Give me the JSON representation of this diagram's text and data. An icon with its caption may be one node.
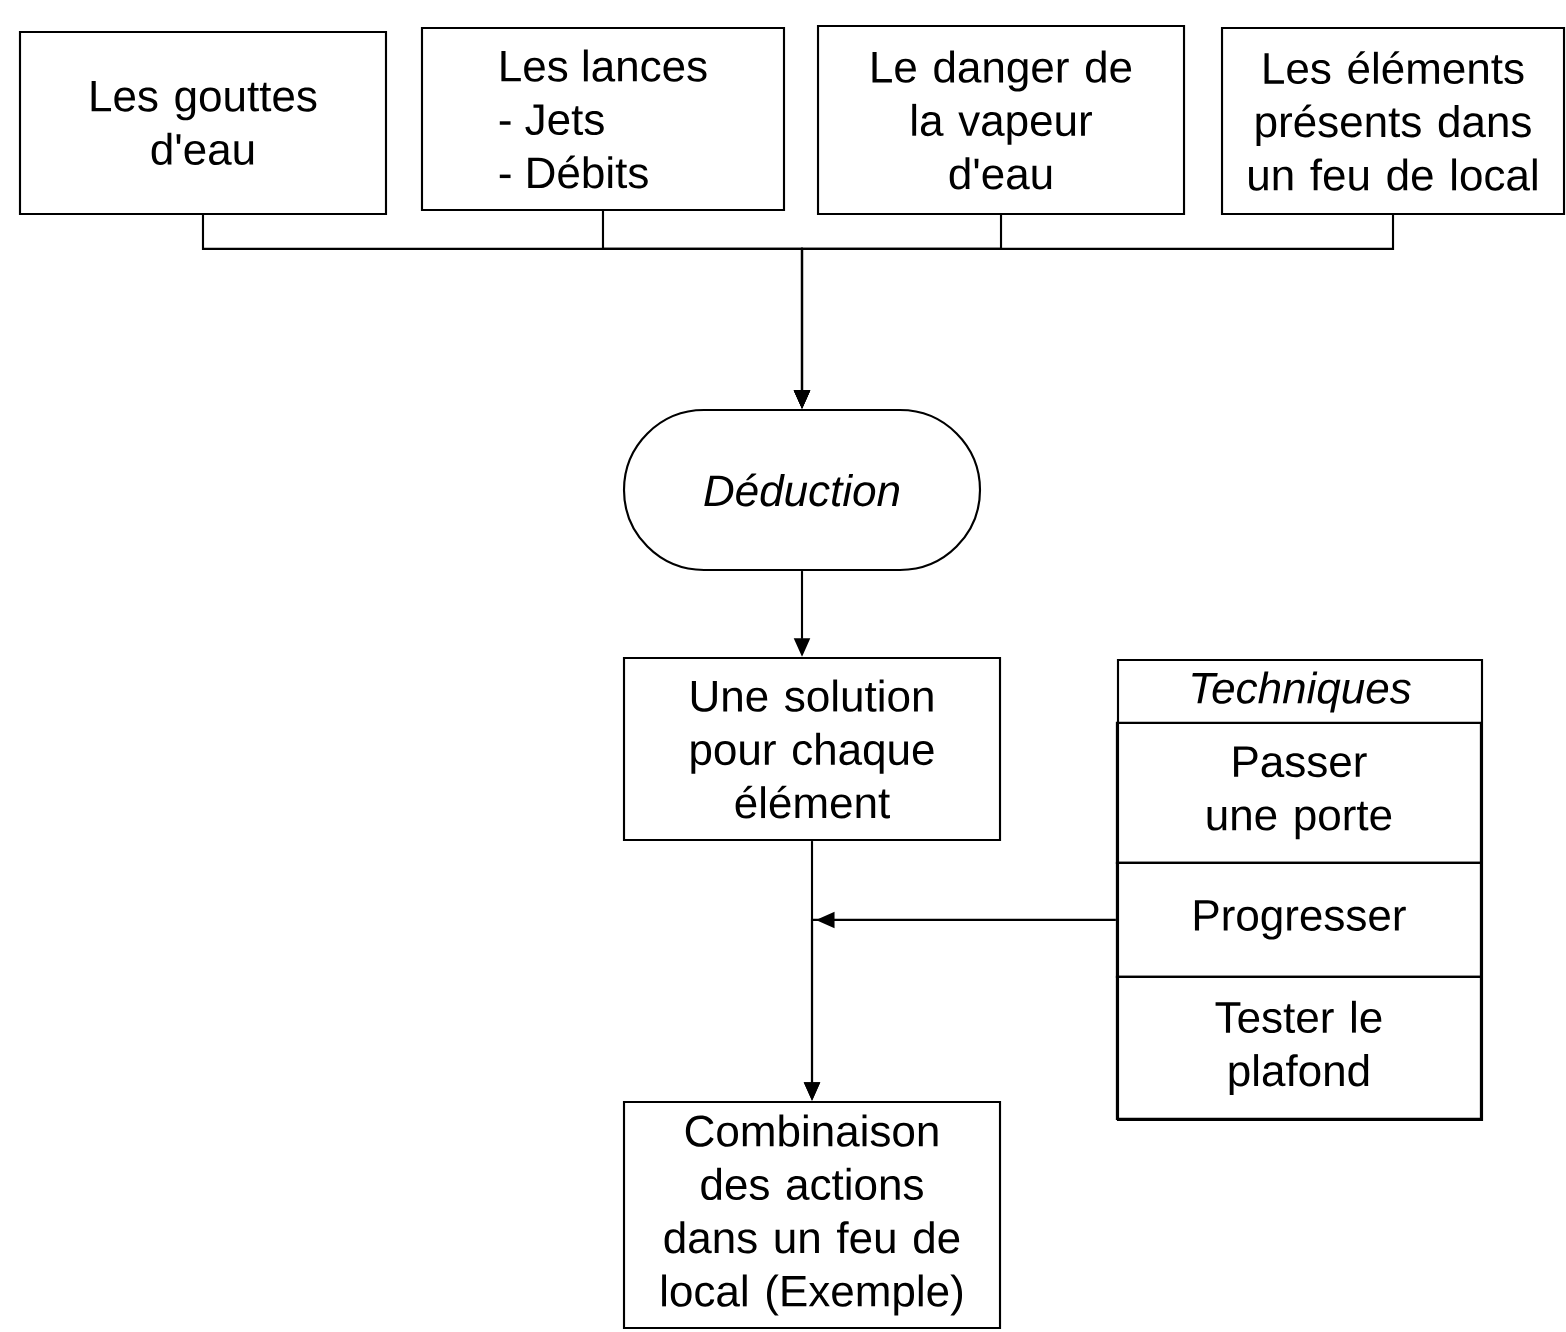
{
  "diagram": {
    "nodes": [
      {
        "text": [
          "Les gouttes d'eau"
        ]
      },
      {
        "text": [
          "Les lances",
          "- Jets",
          "- Débits"
        ]
      },
      {
        "text": [
          "Le danger de la vapeur d'eau"
        ]
      },
      {
        "text": [
          "Les éléments présents dans un feu de local"
        ]
      },
      {
        "text": [
          "Déduction"
        ]
      },
      {
        "text": [
          "Une solution pour chaque élément"
        ]
      },
      {
        "text": [
          "Techniques"
        ]
      },
      {
        "text": [
          "Passer une porte"
        ],
        "in": 6
      },
      {
        "text": [
          "Progresser"
        ],
        "in": 6
      },
      {
        "text": [
          "Tester le plafond"
        ],
        "in": 6
      },
      {
        "text": [
          "Combinaison des actions dans un feu de local (Exemple)"
        ]
      }
    ],
    "edges": [
      {
        "from": 0,
        "to": 4,
        "arrow": "to"
      },
      {
        "from": 1,
        "to": 4,
        "arrow": "to"
      },
      {
        "from": 2,
        "to": 4,
        "arrow": "to"
      },
      {
        "from": 3,
        "to": 4,
        "arrow": "to"
      },
      {
        "from": 4,
        "to": 5,
        "arrow": "to"
      },
      {
        "from": 5,
        "to": 10,
        "arrow": "to"
      },
      {
        "from": 8,
        "to": 10,
        "arrow": "to"
      }
    ]
  }
}
